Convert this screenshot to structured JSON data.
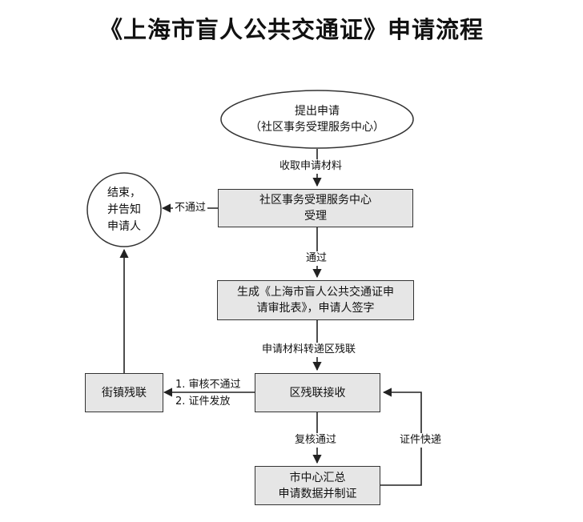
{
  "title": "《上海市盲人公共交通证》申请流程",
  "nodes": {
    "start": {
      "line1": "提出申请",
      "line2": "（社区事务受理服务中心）"
    },
    "community_accept": {
      "line1": "社区事务受理服务中心",
      "line2": "受理"
    },
    "approval_form": {
      "line1": "生成《上海市盲人公共交通证申",
      "line2": "请审批表》，申请人签字"
    },
    "district_receive": {
      "line1": "区残联接收"
    },
    "city_center": {
      "line1": "市中心汇总",
      "line2": "申请数据并制证"
    },
    "street_federation": {
      "line1": "街镇残联"
    },
    "end": {
      "line1": "结束，",
      "line2": "并告知",
      "line3": "申请人"
    }
  },
  "edges": {
    "collect_materials": "收取申请材料",
    "not_passed": "不通过",
    "passed": "通过",
    "transfer_materials": "申请材料转递区残联",
    "review_fail": "1. 审核不通过",
    "issue_certificate": "2. 证件发放",
    "review_passed": "复核通过",
    "express_delivery": "证件快递"
  }
}
